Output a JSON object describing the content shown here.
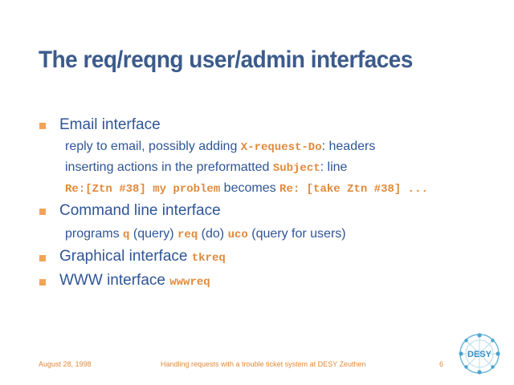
{
  "slide": {
    "title": "The req/reqng user/admin interfaces",
    "email": {
      "heading": "Email interface",
      "line1": {
        "a": "reply to email, possibly adding ",
        "code": "X-request-Do",
        "b": ": headers"
      },
      "line2": {
        "a": "inserting actions in the preformatted ",
        "code": "Subject",
        "b": ": line"
      },
      "line3": {
        "code1": "Re:[Ztn #38] my problem",
        "mid": " becomes ",
        "code2": "Re: [take Ztn #38] ..."
      }
    },
    "cmdline": {
      "heading": "Command line interface",
      "line": {
        "a": "programs ",
        "q": "q",
        "q_desc": " (query) ",
        "req": "req",
        "req_desc": " (do) ",
        "uco": "uco",
        "uco_desc": " (query for users)"
      }
    },
    "gui": {
      "heading": "Graphical interface ",
      "code": "tkreq"
    },
    "www": {
      "heading": "WWW interface ",
      "code": "wwwreq"
    }
  },
  "footer": {
    "date": "August 28, 1998",
    "subject": "Handling requests with a trouble ticket system at DESY Zeuthen",
    "page": "6",
    "logo_text": "DESY"
  },
  "colors": {
    "title": "#3b5b8c",
    "text": "#2f5596",
    "accent": "#e08a3c",
    "bullet": "#f0a45a"
  }
}
